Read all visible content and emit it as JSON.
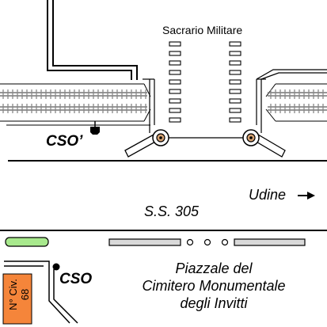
{
  "title": "Sacrario Militare",
  "stop_cso_upper": "CSO’",
  "direction_label": "Udine",
  "road_label": "S.S. 305",
  "stop_cso_lower": "CSO",
  "piazzale": {
    "line1": "Piazzale del",
    "line2": "Cimitero Monumentale",
    "line3": "degli Invitti"
  },
  "civic_number": {
    "line1": "N° Civ.",
    "line2": "68"
  },
  "colors": {
    "building": "#f5853a",
    "green_marker": "#a8e98d",
    "platform": "#d9d9d9",
    "tram_stop_fill": "#d4a070"
  }
}
